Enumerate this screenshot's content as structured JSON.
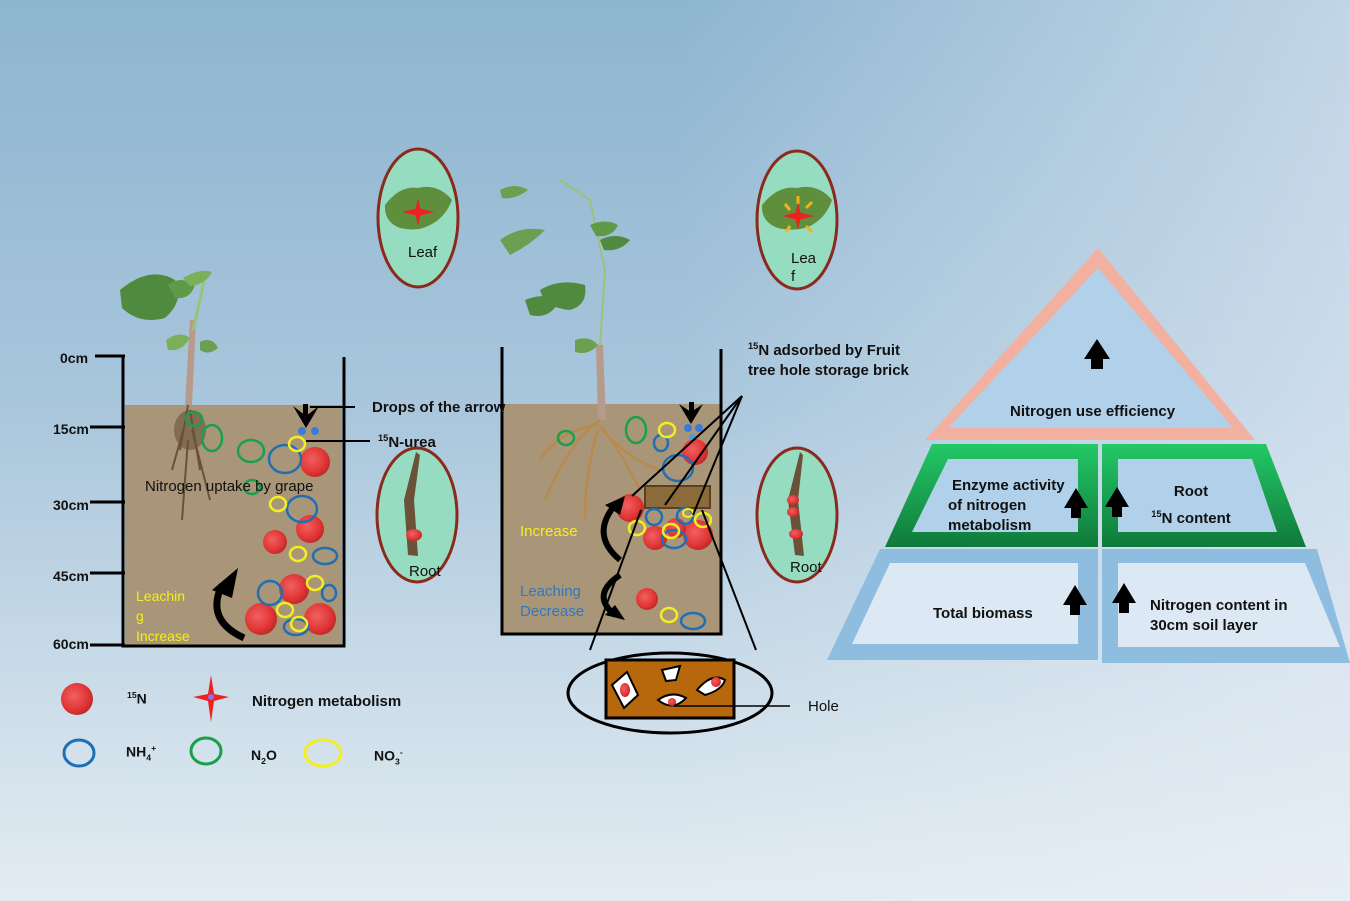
{
  "depth_scale": [
    "0cm",
    "15cm",
    "30cm",
    "45cm",
    "60cm"
  ],
  "left_pot": {
    "uptake_label": "Nitrogen uptake by grape",
    "leaching_label": [
      "Leachin",
      "g",
      "Increase"
    ]
  },
  "callouts": {
    "drops": "Drops of the arrow",
    "urea_sup": "15",
    "urea": "N-urea",
    "brick_sup": "15",
    "brick_line1": "N adsorbed by Fruit",
    "brick_line2": "tree hole  storage brick",
    "hole": "Hole"
  },
  "right_pot": {
    "increase_label": "Increase",
    "leaching_label": [
      "Leaching",
      "Decrease"
    ]
  },
  "insets": {
    "leaf_left": "Leaf",
    "leaf_right": [
      "Lea",
      "f"
    ],
    "root_left": "Root",
    "root_right": "Root"
  },
  "legend": {
    "n15_sup": "15",
    "n15": "N",
    "metabolism": "Nitrogen metabolism",
    "nh4": "NH",
    "nh4_sub": "4",
    "nh4_sup": "+",
    "n2o_a": "N",
    "n2o_sub": "2",
    "n2o_b": "O",
    "no3": "NO",
    "no3_sub": "3",
    "no3_sup": "-"
  },
  "pyramid": {
    "top": "Nitrogen use efficiency",
    "mid_left": [
      "Enzyme activity",
      "of nitrogen",
      "metabolism"
    ],
    "mid_right_1": "Root",
    "mid_right_sup": "15",
    "mid_right_2": "N content",
    "bottom_left": "Total biomass",
    "bottom_right": [
      "Nitrogen content in",
      "30cm soil layer"
    ]
  },
  "colors": {
    "soil": "#a99678",
    "n15": "#e23b3b",
    "nh4": "#1f6fb5",
    "n2o": "#1aa04a",
    "no3": "#f2ef1e",
    "pyramid_top": "#f2b1a0",
    "pyramid_mid": "#1fb85a",
    "pyramid_bottom": "#8fbde0"
  }
}
